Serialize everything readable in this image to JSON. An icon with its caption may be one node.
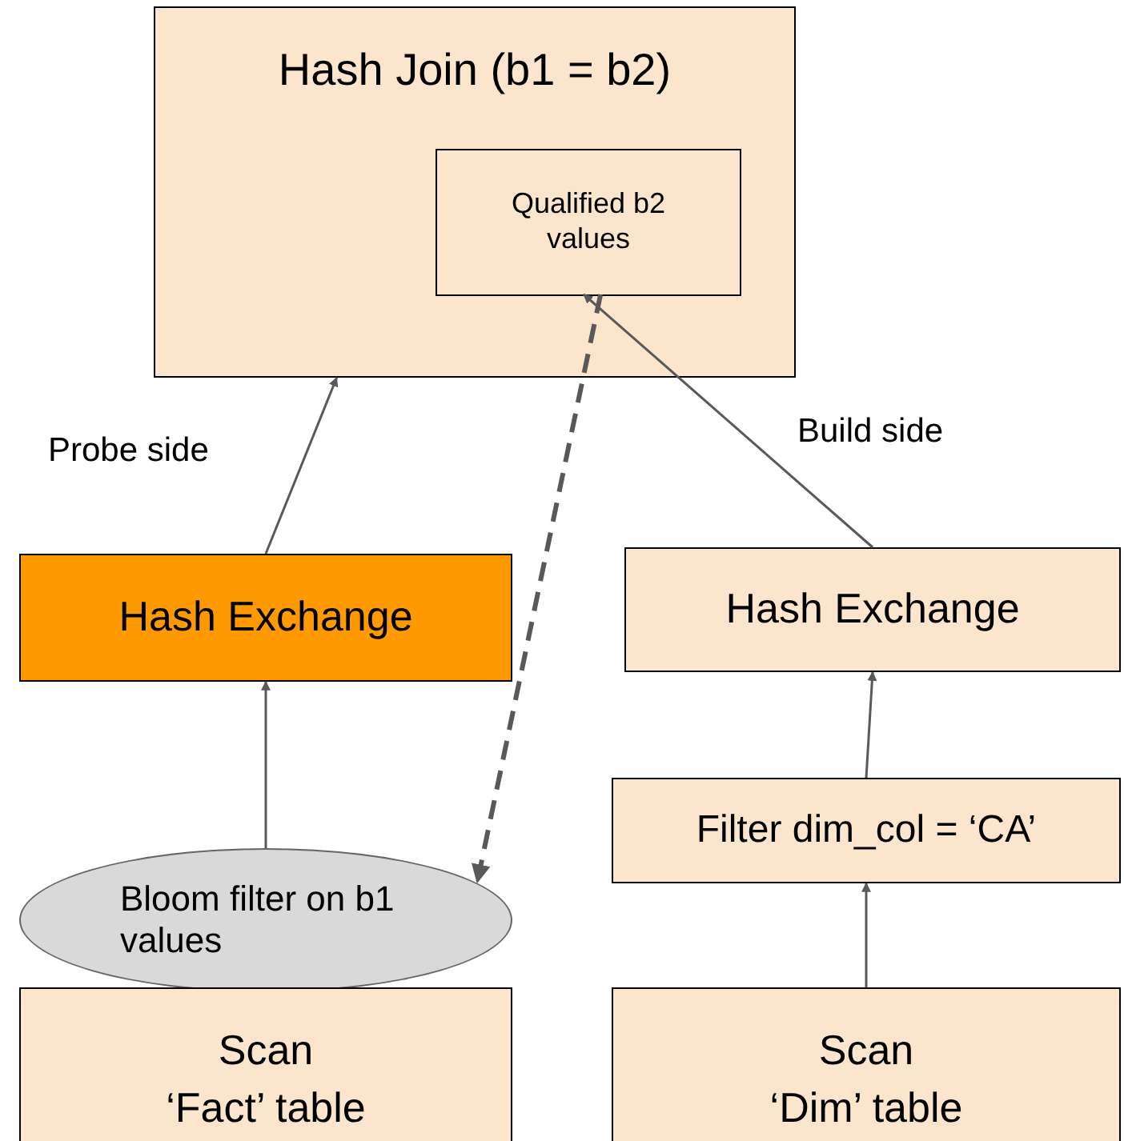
{
  "diagram": {
    "nodes": [
      {
        "text": [
          "Hash Join (b1 = b2)"
        ]
      },
      {
        "text": [
          "Qualified b2 values"
        ],
        "in": 0
      },
      {
        "text": [
          "Hash Exchange"
        ]
      },
      {
        "text": [
          "Hash Exchange"
        ]
      },
      {
        "text": [
          "Filter dim_col = ‘CA’"
        ]
      },
      {
        "text": [
          "Bloom filter on b1 values"
        ]
      },
      {
        "text": [
          "Scan",
          "‘Fact’ table"
        ]
      },
      {
        "text": [
          "Scan",
          "‘Dim’ table"
        ]
      }
    ],
    "edges": [
      {
        "from": 2,
        "to": 0,
        "arrow": "to",
        "label": "Probe side"
      },
      {
        "from": 3,
        "to": 1,
        "arrow": "to",
        "label": "Build side"
      },
      {
        "from": 1,
        "to": 5,
        "arrow": "to",
        "style": "dashed"
      },
      {
        "from": 5,
        "to": 2,
        "arrow": "to"
      },
      {
        "from": 4,
        "to": 3,
        "arrow": "to"
      },
      {
        "from": 7,
        "to": 4,
        "arrow": "to"
      }
    ]
  }
}
